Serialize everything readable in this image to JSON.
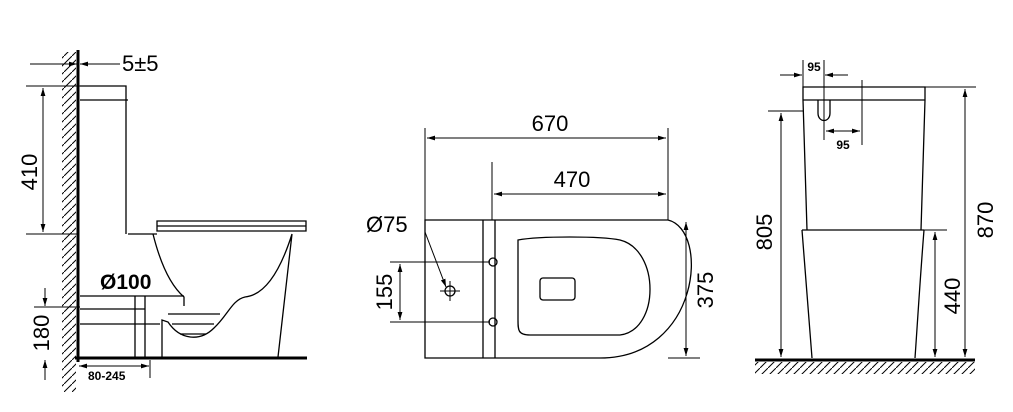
{
  "side_view": {
    "wall_gap": "5±5",
    "tank_height": "410",
    "outlet_diameter": "Ø100",
    "outlet_height": "180",
    "outlet_distance": "80-245"
  },
  "top_view": {
    "overall_length": "670",
    "bowl_length": "470",
    "inlet_diameter": "Ø75",
    "fixing_spacing": "155",
    "overall_width": "375"
  },
  "front_view": {
    "overflow_offset_top": "95",
    "overflow_offset_side": "95",
    "tank_body_height": "805",
    "overall_height": "870",
    "seat_height": "440"
  }
}
